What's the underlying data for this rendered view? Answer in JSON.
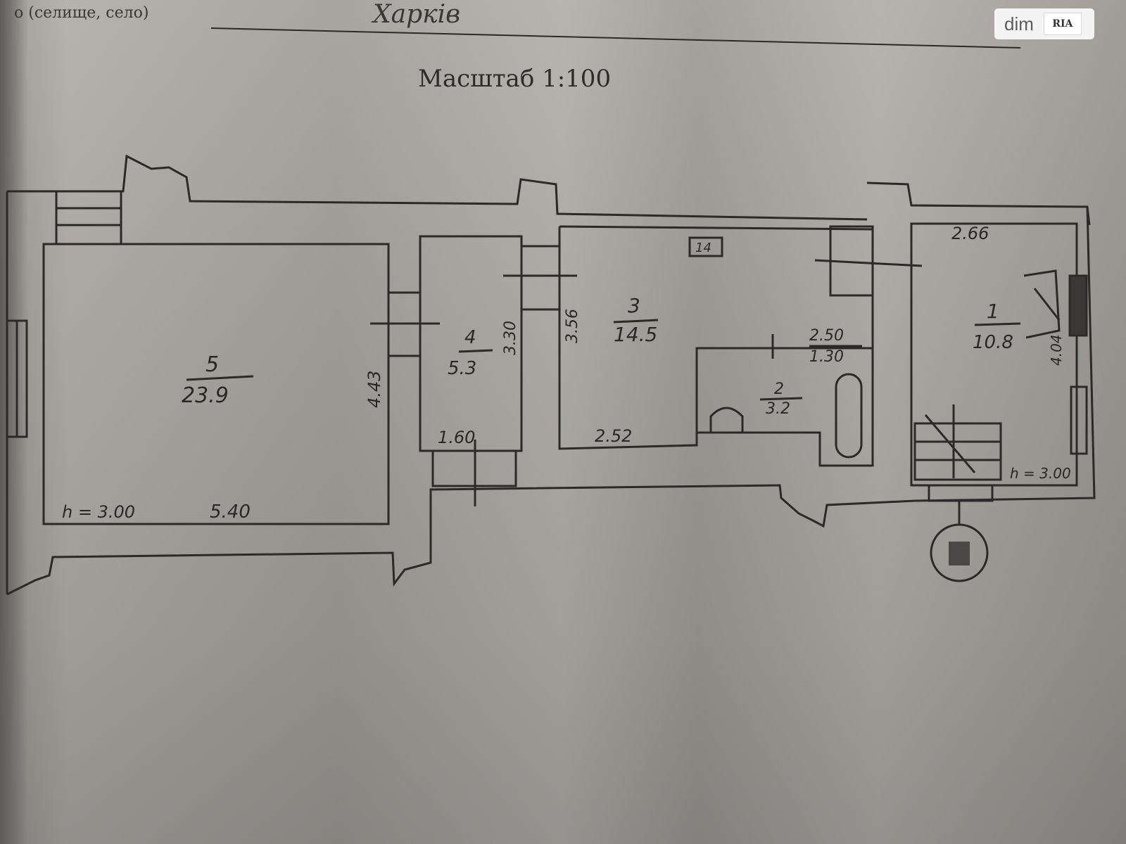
{
  "header": {
    "label": "о (селище, село)",
    "handwritten_name": "Харків",
    "scale": "Масштаб 1:100"
  },
  "logo": {
    "text_dim": "dim",
    "text_ria": "RIA"
  },
  "rooms": [
    {
      "number": "5",
      "area": "23.9"
    },
    {
      "number": "4",
      "area": "5.3"
    },
    {
      "number": "3",
      "area": "14.5"
    },
    {
      "number": "2",
      "area": "3.2"
    },
    {
      "number": "1",
      "area": "10.8"
    }
  ],
  "dimensions": {
    "room5_height": "h = 3.00",
    "room5_width": "5.40",
    "room5_depth": "4.43",
    "room4_width": "1.60",
    "room4_depth": "3.30",
    "room3_depth": "3.56",
    "room3_width": "2.52",
    "room2_width_top": "2.50",
    "room2_width_bottom": "1.30",
    "room1_width": "2.66",
    "room1_depth": "4.04",
    "room1_height": "h = 3.00"
  },
  "badge": "14",
  "colors": {
    "paper": "#a3a09b",
    "ink": "#2a2826",
    "logo_bg": "#f4f4f4"
  }
}
